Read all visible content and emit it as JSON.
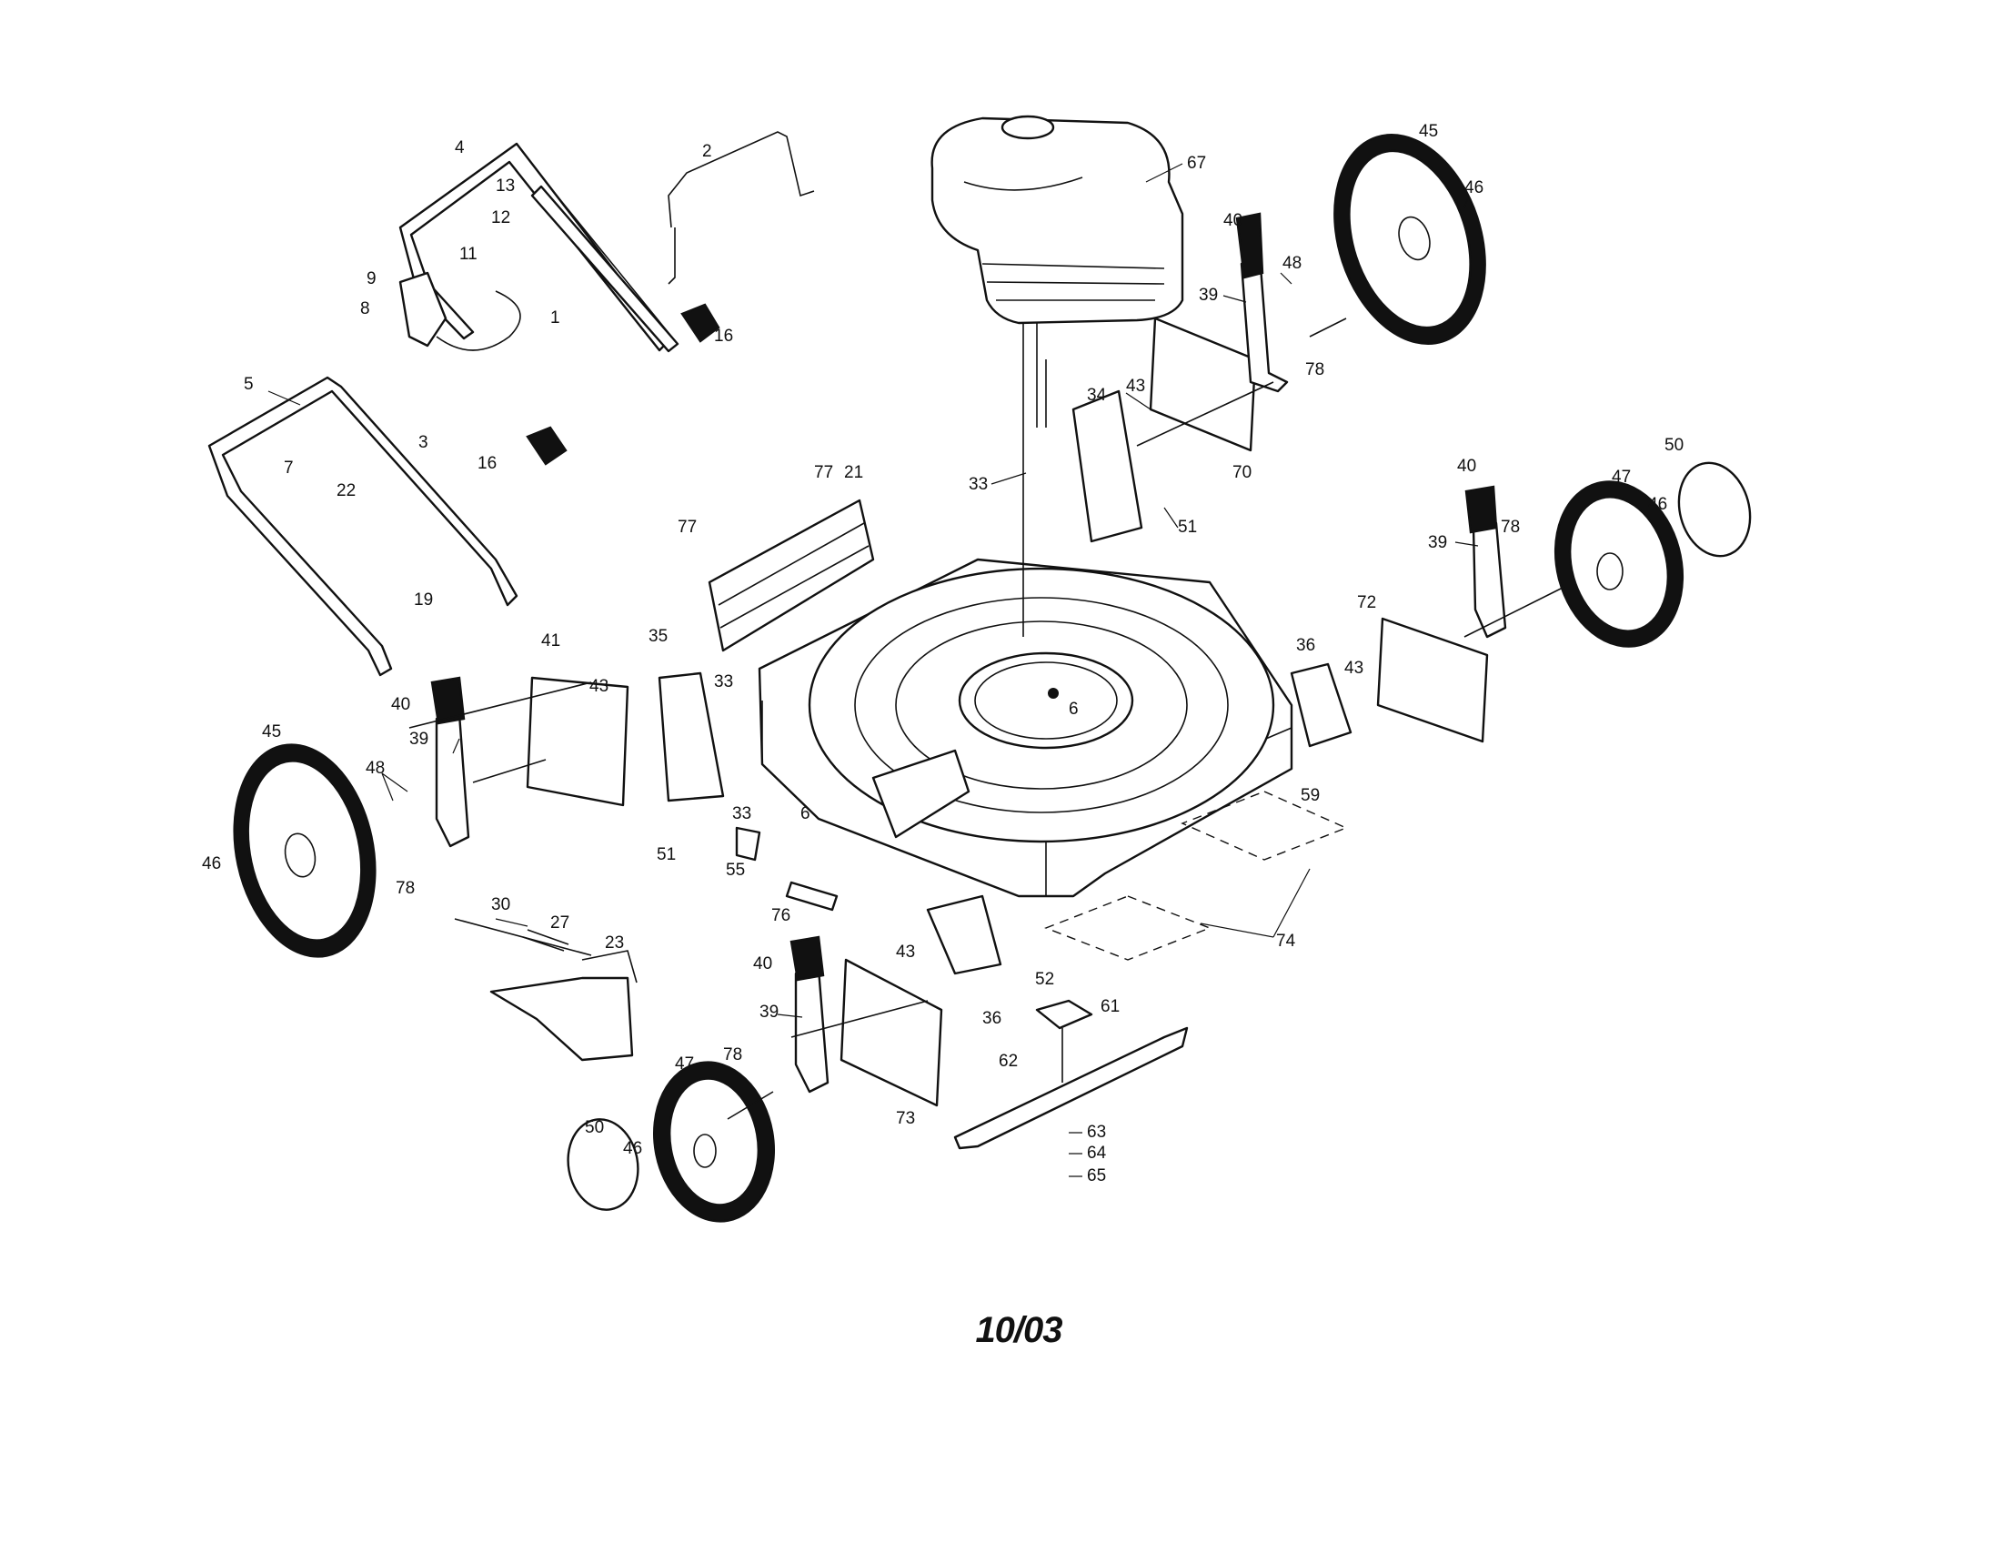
{
  "footer": {
    "date_code": "10/03"
  },
  "callouts": [
    {
      "id": "c45a",
      "text": "45"
    },
    {
      "id": "c67",
      "text": "67"
    },
    {
      "id": "c46a",
      "text": "46"
    },
    {
      "id": "c40a",
      "text": "40"
    },
    {
      "id": "c48a",
      "text": "48"
    },
    {
      "id": "c39a",
      "text": "39"
    },
    {
      "id": "c78a",
      "text": "78"
    },
    {
      "id": "c70",
      "text": "70"
    },
    {
      "id": "c34",
      "text": "34"
    },
    {
      "id": "c43a",
      "text": "43"
    },
    {
      "id": "c33a",
      "text": "33"
    },
    {
      "id": "c51a",
      "text": "51"
    },
    {
      "id": "c4",
      "text": "4"
    },
    {
      "id": "c2",
      "text": "2"
    },
    {
      "id": "c13",
      "text": "13"
    },
    {
      "id": "c12",
      "text": "12"
    },
    {
      "id": "c11",
      "text": "11"
    },
    {
      "id": "c9",
      "text": "9"
    },
    {
      "id": "c8",
      "text": "8"
    },
    {
      "id": "c1",
      "text": "1"
    },
    {
      "id": "c16a",
      "text": "16"
    },
    {
      "id": "c5",
      "text": "5"
    },
    {
      "id": "c3",
      "text": "3"
    },
    {
      "id": "c16b",
      "text": "16"
    },
    {
      "id": "c7",
      "text": "7"
    },
    {
      "id": "c22",
      "text": "22"
    },
    {
      "id": "c19",
      "text": "19"
    },
    {
      "id": "c77a",
      "text": "77"
    },
    {
      "id": "c21",
      "text": "21"
    },
    {
      "id": "c77b",
      "text": "77"
    },
    {
      "id": "c35",
      "text": "35"
    },
    {
      "id": "c33b",
      "text": "33"
    },
    {
      "id": "c41",
      "text": "41"
    },
    {
      "id": "c43b",
      "text": "43"
    },
    {
      "id": "c6a",
      "text": "6"
    },
    {
      "id": "c40b",
      "text": "40"
    },
    {
      "id": "c39b",
      "text": "39"
    },
    {
      "id": "c45b",
      "text": "45"
    },
    {
      "id": "c48b",
      "text": "48"
    },
    {
      "id": "c46b",
      "text": "46"
    },
    {
      "id": "c78b",
      "text": "78"
    },
    {
      "id": "c51b",
      "text": "51"
    },
    {
      "id": "c33c",
      "text": "33"
    },
    {
      "id": "c6b",
      "text": "6"
    },
    {
      "id": "c55",
      "text": "55"
    },
    {
      "id": "c76",
      "text": "76"
    },
    {
      "id": "c30",
      "text": "30"
    },
    {
      "id": "c27",
      "text": "27"
    },
    {
      "id": "c23",
      "text": "23"
    },
    {
      "id": "c40c",
      "text": "40"
    },
    {
      "id": "c43c",
      "text": "43"
    },
    {
      "id": "c39c",
      "text": "39"
    },
    {
      "id": "c78c",
      "text": "78"
    },
    {
      "id": "c47a",
      "text": "47"
    },
    {
      "id": "c73",
      "text": "73"
    },
    {
      "id": "c50a",
      "text": "50"
    },
    {
      "id": "c46c",
      "text": "46"
    },
    {
      "id": "c36a",
      "text": "36"
    },
    {
      "id": "c52",
      "text": "52"
    },
    {
      "id": "c61",
      "text": "61"
    },
    {
      "id": "c62",
      "text": "62"
    },
    {
      "id": "c63",
      "text": "63"
    },
    {
      "id": "c64",
      "text": "64"
    },
    {
      "id": "c65",
      "text": "65"
    },
    {
      "id": "c59",
      "text": "59"
    },
    {
      "id": "c74",
      "text": "74"
    },
    {
      "id": "c36b",
      "text": "36"
    },
    {
      "id": "c43d",
      "text": "43"
    },
    {
      "id": "c72",
      "text": "72"
    },
    {
      "id": "c40d",
      "text": "40"
    },
    {
      "id": "c39d",
      "text": "39"
    },
    {
      "id": "c78d",
      "text": "78"
    },
    {
      "id": "c47b",
      "text": "47"
    },
    {
      "id": "c50b",
      "text": "50"
    },
    {
      "id": "c46d",
      "text": "46"
    }
  ]
}
